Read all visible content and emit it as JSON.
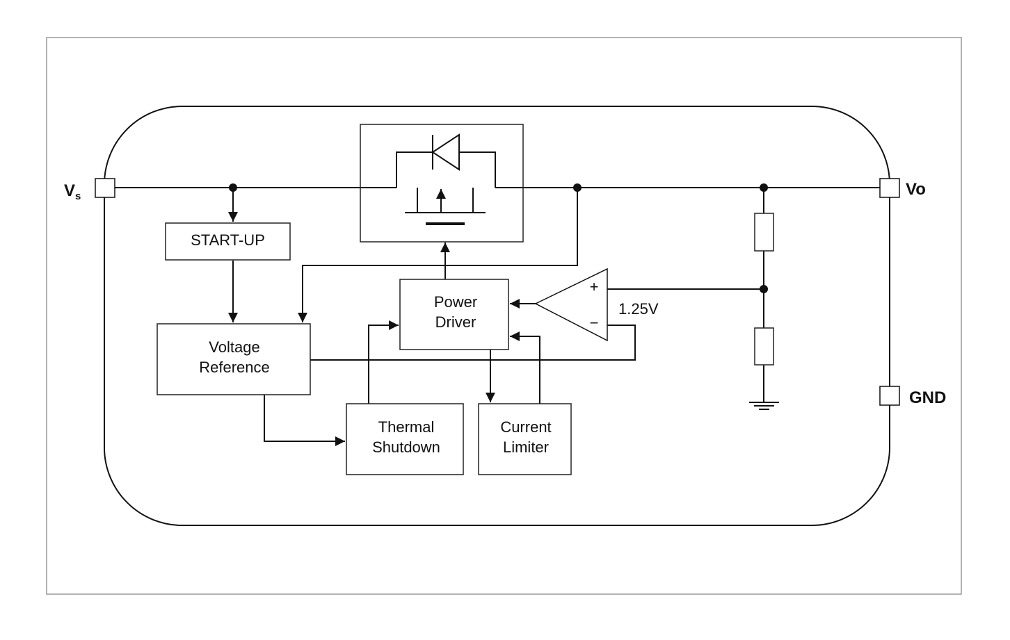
{
  "blocks": {
    "startup": "START-UP",
    "voltage_reference": [
      "Voltage",
      "Reference"
    ],
    "power_driver": [
      "Power",
      "Driver"
    ],
    "thermal_shutdown": [
      "Thermal",
      "Shutdown"
    ],
    "current_limiter": [
      "Current",
      "Limiter"
    ]
  },
  "pins": {
    "vs_main": "V",
    "vs_sub": "s",
    "vo": "Vo",
    "gnd": "GND"
  },
  "opamp": {
    "plus": "+",
    "minus": "−"
  },
  "reference_voltage": "1.25V",
  "colors": {
    "line": "#111111",
    "frame": "#999999",
    "background": "#ffffff"
  }
}
